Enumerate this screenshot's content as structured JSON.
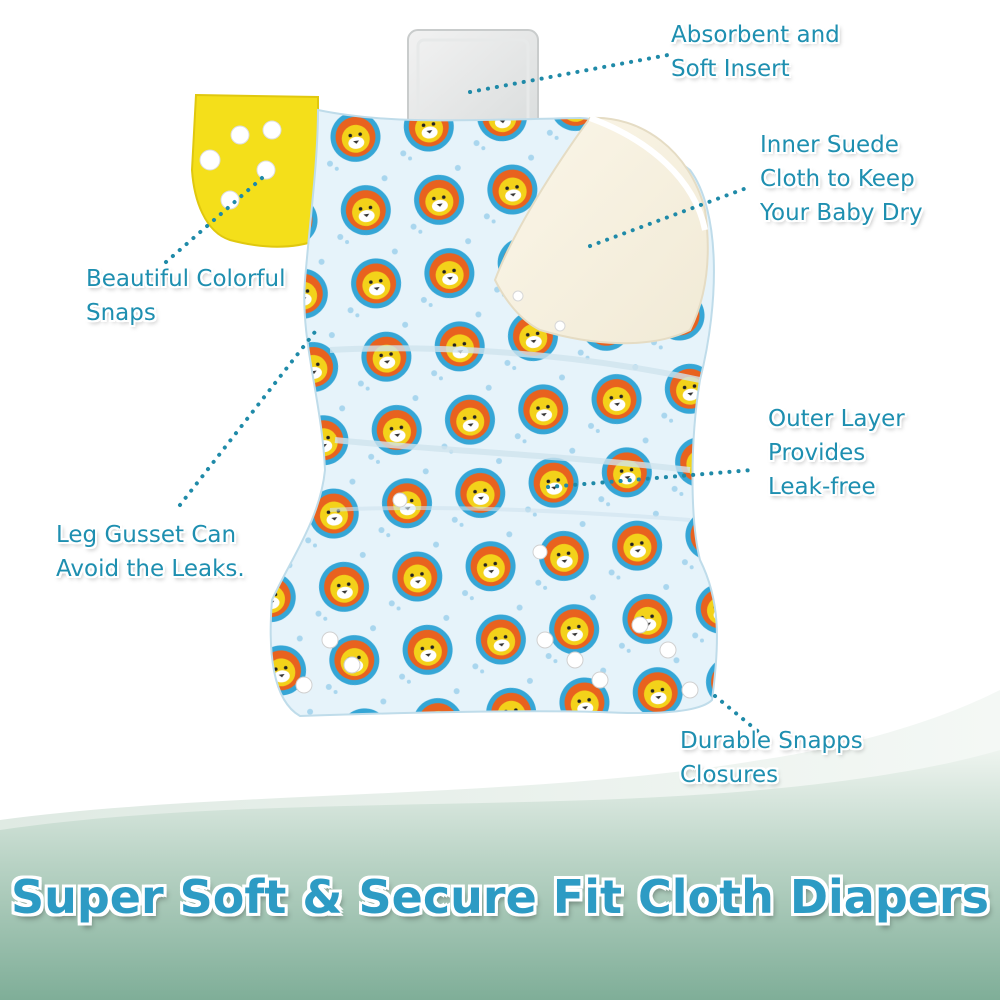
{
  "callouts": {
    "insert": {
      "line1": "Absorbent and",
      "line2": "Soft Insert"
    },
    "suede": {
      "line1": "Inner Suede",
      "line2": "Cloth to Keep",
      "line3": "Your Baby Dry"
    },
    "snaps": {
      "line1": "Beautiful Colorful",
      "line2": "Snaps"
    },
    "outer": {
      "line1": "Outer Layer",
      "line2": "Provides",
      "line3": "Leak-free"
    },
    "gusset": {
      "line1": "Leg Gusset Can",
      "line2": "Avoid the Leaks."
    },
    "closures": {
      "line1": "Durable Snapps",
      "line2": "Closures"
    }
  },
  "headline": "Super Soft & Secure Fit Cloth Diapers",
  "colors": {
    "label_text": "#1e8fb0",
    "headline_text": "#2d9bc4",
    "wave_light": "#e6efe9",
    "wave_dark": "#8bb5a2",
    "leader_dots": "#1f8aa8",
    "diaper_base": "#dbeef8",
    "snap_tab": "#f4df1a",
    "lion_ring": "#35a6d6",
    "lion_mane": "#e8621f",
    "lion_face": "#f3d21a"
  },
  "product_image": {
    "subject": "pocket cloth diaper with lion print"
  }
}
